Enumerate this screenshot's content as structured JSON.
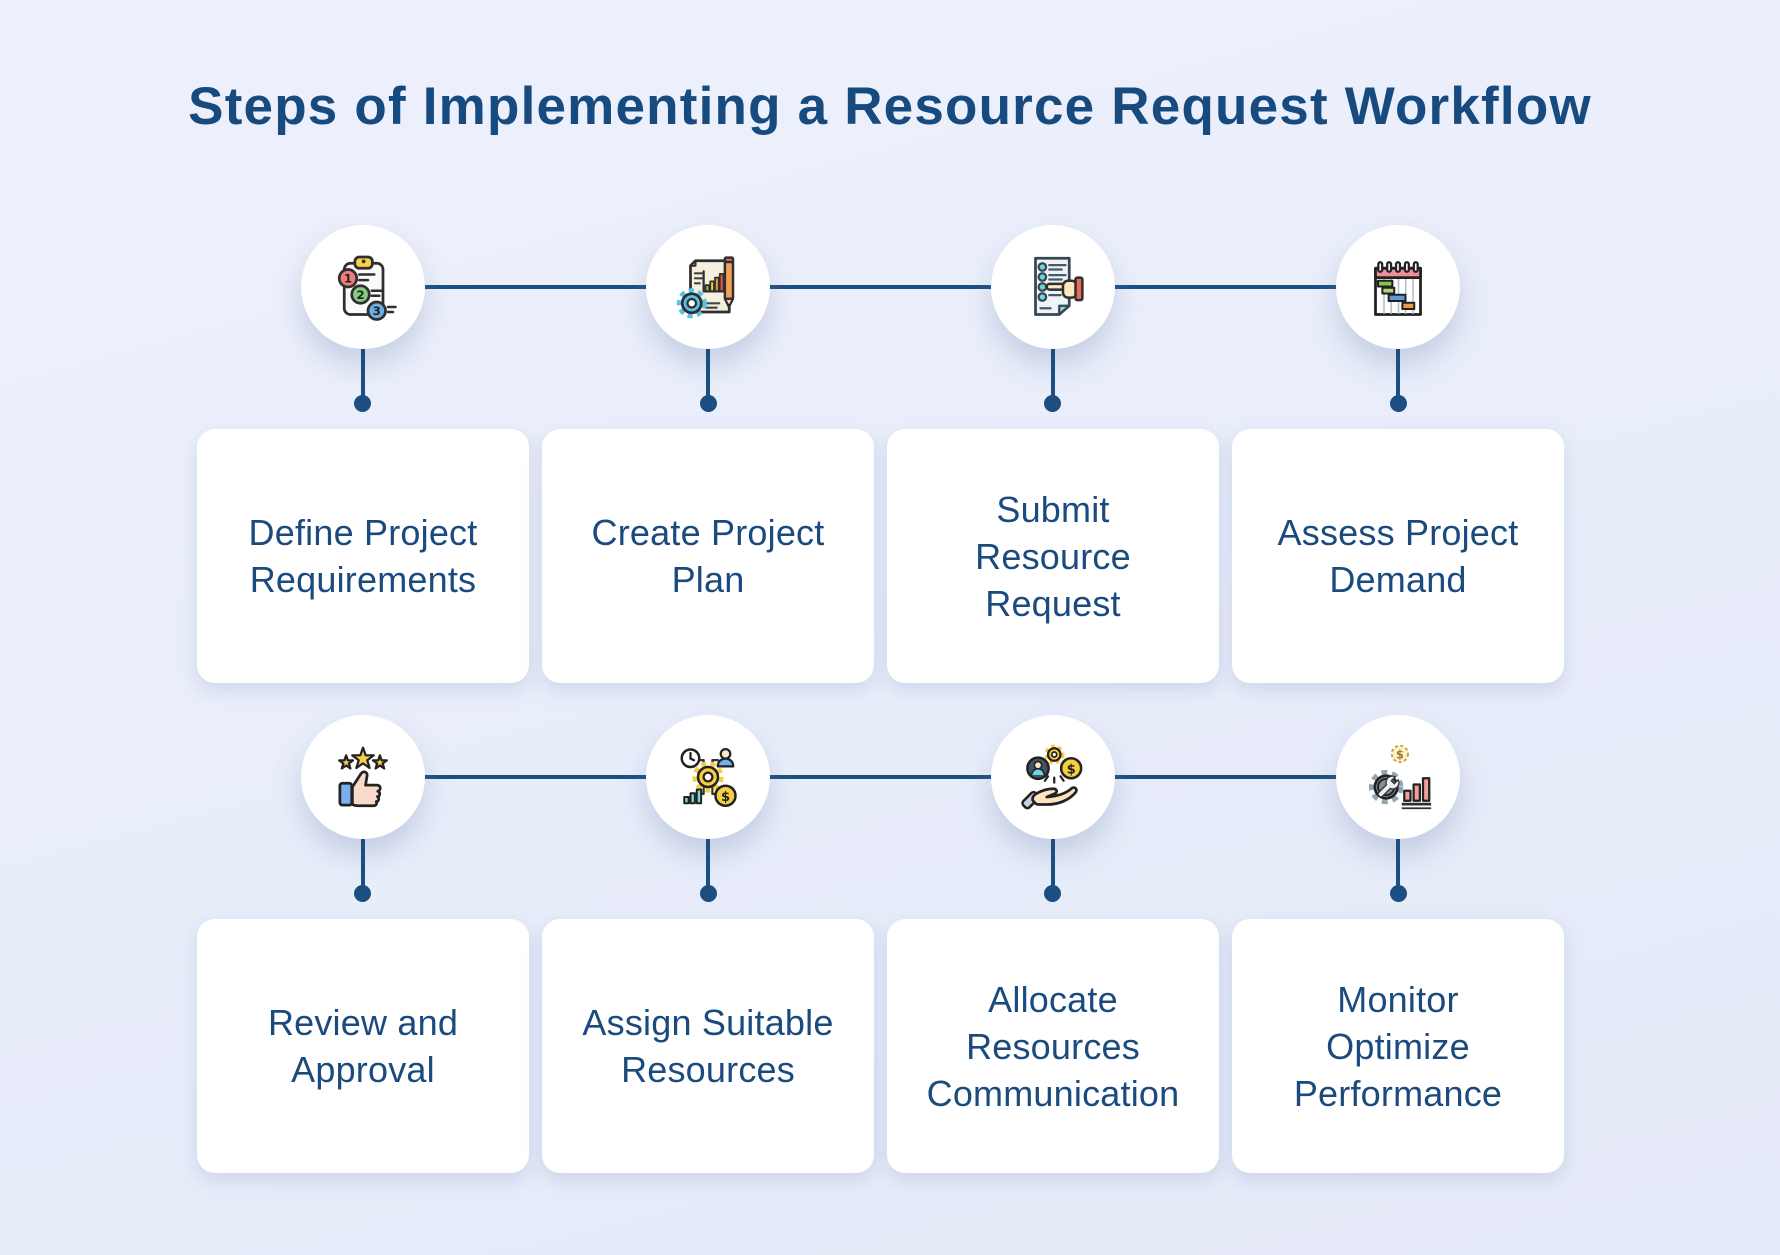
{
  "title": "Steps of Implementing a Resource Request Workflow",
  "colors": {
    "background": "#e9edfa",
    "card": "#ffffff",
    "text": "#1a4a7e",
    "title": "#174a7e",
    "connector": "#1c4e82",
    "circle": "#ffffff"
  },
  "rows": [
    {
      "steps": [
        {
          "label": "Define Project Requirements",
          "lines": [
            "Define Project",
            "Requirements"
          ],
          "icon": "clipboard-steps-icon"
        },
        {
          "label": "Create Project Plan",
          "lines": [
            "Create Project",
            "Plan"
          ],
          "icon": "project-plan-document-icon"
        },
        {
          "label": "Submit Resource Request",
          "lines": [
            "Submit",
            "Resource",
            "Request"
          ],
          "icon": "request-form-hand-icon"
        },
        {
          "label": "Assess Project Demand",
          "lines": [
            "Assess Project",
            "Demand"
          ],
          "icon": "gantt-calendar-icon"
        }
      ]
    },
    {
      "steps": [
        {
          "label": "Review and Approval",
          "lines": [
            "Review and",
            "Approval"
          ],
          "icon": "thumbs-up-stars-icon"
        },
        {
          "label": "Assign Suitable Resources",
          "lines": [
            "Assign Suitable",
            "Resources"
          ],
          "icon": "resource-assignment-gear-icon"
        },
        {
          "label": "Allocate Resources Communication",
          "lines": [
            "Allocate",
            "Resources",
            "Communication"
          ],
          "icon": "hand-offering-resources-icon"
        },
        {
          "label": "Monitor Optimize Performance",
          "lines": [
            "Monitor",
            "Optimize",
            "Performance"
          ],
          "icon": "performance-gear-chart-icon"
        }
      ]
    }
  ]
}
